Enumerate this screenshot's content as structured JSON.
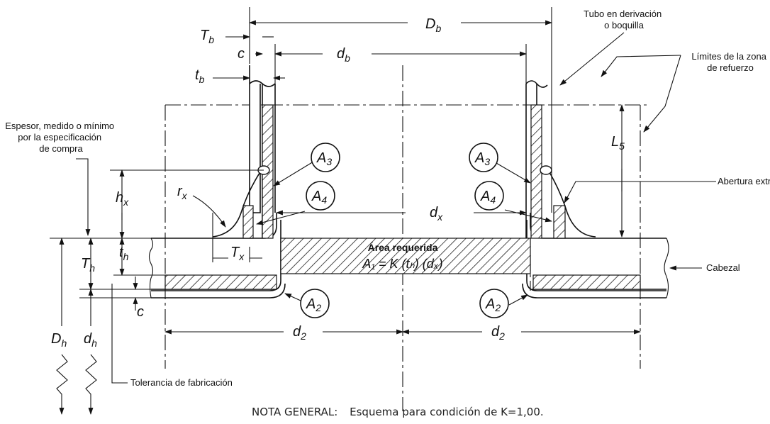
{
  "labels": {
    "branch_pipe": [
      "Tubo en derivación",
      "o boquilla"
    ],
    "reinf_limits": [
      "Límites de la zona",
      "de refuerzo"
    ],
    "thickness_note": [
      "Espesor, medido o mínimo",
      "por la especificación",
      "de compra"
    ],
    "extruded_opening": "Abertura extruida",
    "header": "Cabezal",
    "mill_tolerance": "Tolerancia de fabricación",
    "required_area_title": "Área requerida",
    "required_area_formula": "A₁ = K (tₕ) (dₓ)",
    "general_note_label": "NOTA GENERAL:",
    "general_note_text": "Esquema para condición de K=1,00."
  },
  "symbols": {
    "Db": [
      "D",
      "b"
    ],
    "Tb": [
      "T",
      "b"
    ],
    "db": [
      "d",
      "b"
    ],
    "tb": [
      "t",
      "b"
    ],
    "c": "c",
    "L5": [
      "L",
      "5"
    ],
    "hx": [
      "h",
      "x"
    ],
    "rx": [
      "r",
      "x"
    ],
    "dx": [
      "d",
      "x"
    ],
    "th": [
      "t",
      "h"
    ],
    "Th": [
      "T",
      "h"
    ],
    "Tx": [
      "T",
      "x"
    ],
    "Dh": [
      "D",
      "h"
    ],
    "dh": [
      "d",
      "h"
    ],
    "d2": [
      "d",
      "2"
    ],
    "A2": [
      "A",
      "2"
    ],
    "A3": [
      "A",
      "3"
    ],
    "A4": [
      "A",
      "4"
    ]
  }
}
